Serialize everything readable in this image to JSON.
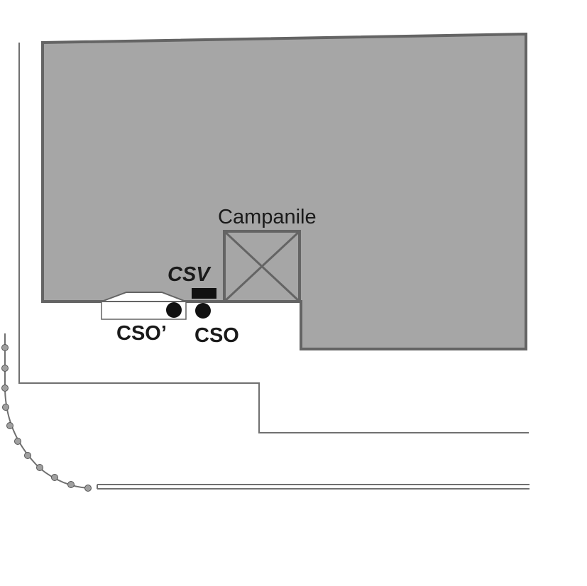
{
  "labels": {
    "campanile": "Campanile",
    "csv": "CSV",
    "cso_prime": "CSO’",
    "cso": "CSO"
  },
  "colors": {
    "building_fill": "#a6a6a6",
    "outline": "#646464",
    "marker": "#111111",
    "street_line": "#707070",
    "railway_dot": "#a0a0a0"
  }
}
